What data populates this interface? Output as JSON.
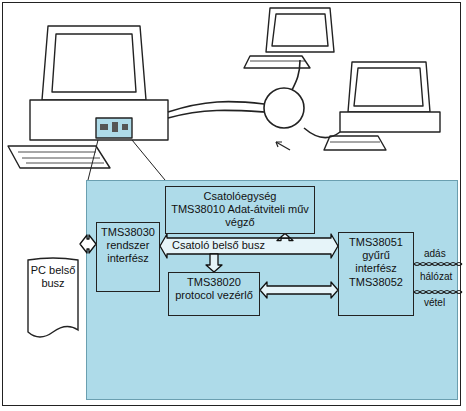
{
  "diagram": {
    "nodes": [
      {
        "text": [
          "PC belső busz"
        ]
      },
      {
        "text": [
          "Csatolóegység",
          "TMS38010 Adat-átviteli műv végző"
        ]
      },
      {
        "text": [
          "TMS38030 rendszer interfész"
        ]
      },
      {
        "text": [
          "TMS38020 protocol vezérlő"
        ]
      },
      {
        "text": [
          "TMS38051 gyűrű interfész TMS38052"
        ]
      }
    ],
    "edges": [
      {
        "from": 0,
        "to": 2,
        "arrow": "both"
      },
      {
        "from": 2,
        "to": 4,
        "label": "Csatoló belső busz",
        "arrow": "both"
      },
      {
        "from": 2,
        "to": 1,
        "arrow": "to"
      },
      {
        "from": 2,
        "to": 3,
        "arrow": "to"
      },
      {
        "from": 3,
        "to": 4,
        "arrow": "both"
      }
    ],
    "labels": [
      "adás",
      "hálózat",
      "vétel"
    ]
  }
}
